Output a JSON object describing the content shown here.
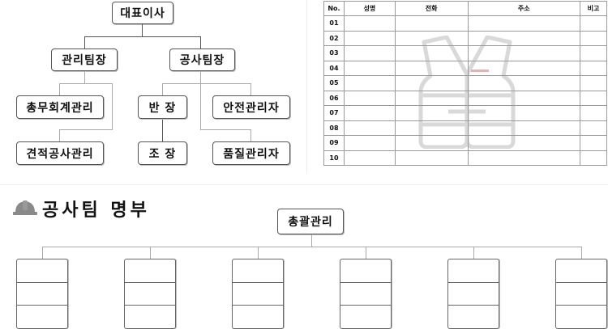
{
  "org_chart": {
    "ceo": "대표이사",
    "teams": [
      {
        "label": "관리팀장",
        "members": [
          "총무회계관리",
          "견적공사관리"
        ]
      },
      {
        "label": "공사팀장",
        "members": [
          "반 장",
          "조 장",
          "안전관리자",
          "품질관리자"
        ]
      }
    ]
  },
  "roster_table": {
    "headers": [
      "No.",
      "성명",
      "전화",
      "주소",
      "비고"
    ],
    "rows": [
      "01",
      "02",
      "03",
      "04",
      "05",
      "06",
      "07",
      "08",
      "09",
      "10"
    ],
    "watermark_icon": "safety-vest-icon"
  },
  "team_roster": {
    "title": "공사팀 명부",
    "title_icon": "hard-hat-icon",
    "root": "총괄관리",
    "card_count": 6,
    "card_rows": 3
  },
  "colors": {
    "border": "#555555",
    "line": "#aaaaaa",
    "watermark": "#d9d9d9",
    "helmet": "#888888"
  }
}
